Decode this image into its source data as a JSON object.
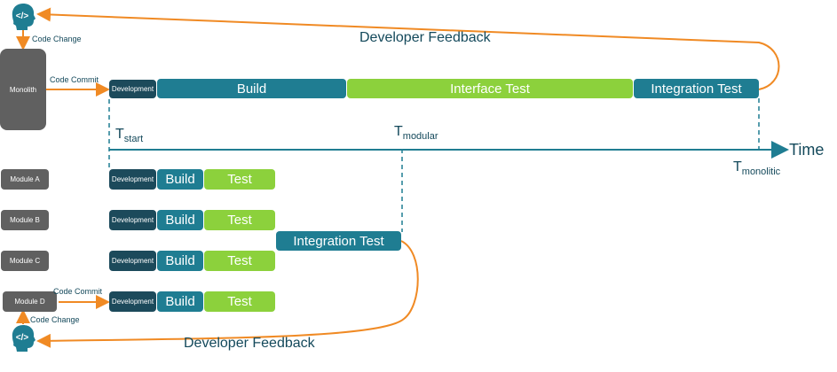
{
  "top": {
    "feedback_label": "Developer Feedback",
    "code_change_label": "Code Change",
    "monolith_label": "Monolith",
    "code_commit_label": "Code Commit",
    "development_label": "Development",
    "build_label": "Build",
    "interface_test_label": "Interface Test",
    "integration_test_label": "Integration Test"
  },
  "timeline": {
    "t_start": {
      "main": "T",
      "sub": "start"
    },
    "t_modular": {
      "main": "T",
      "sub": "modular"
    },
    "t_monolithic": {
      "main": "T",
      "sub": "monolitic"
    },
    "time_label": "Time"
  },
  "modules": [
    {
      "name": "Module A",
      "development": "Development",
      "build": "Build",
      "test": "Test"
    },
    {
      "name": "Module B",
      "development": "Development",
      "build": "Build",
      "test": "Test"
    },
    {
      "name": "Module C",
      "development": "Development",
      "build": "Build",
      "test": "Test"
    },
    {
      "name": "Module D",
      "development": "Development",
      "build": "Build",
      "test": "Test"
    }
  ],
  "bottom": {
    "integration_test_label": "Integration Test",
    "code_commit_label": "Code Commit",
    "code_change_label": "Code Change",
    "feedback_label": "Developer Feedback"
  },
  "colors": {
    "dark": "#1c4a5b",
    "teal": "#1f7d92",
    "green": "#8cd13c",
    "gray": "#606060",
    "orange": "#f08a24",
    "text": "#14495b"
  },
  "icons": {
    "developer": "developer-head-code-icon"
  }
}
